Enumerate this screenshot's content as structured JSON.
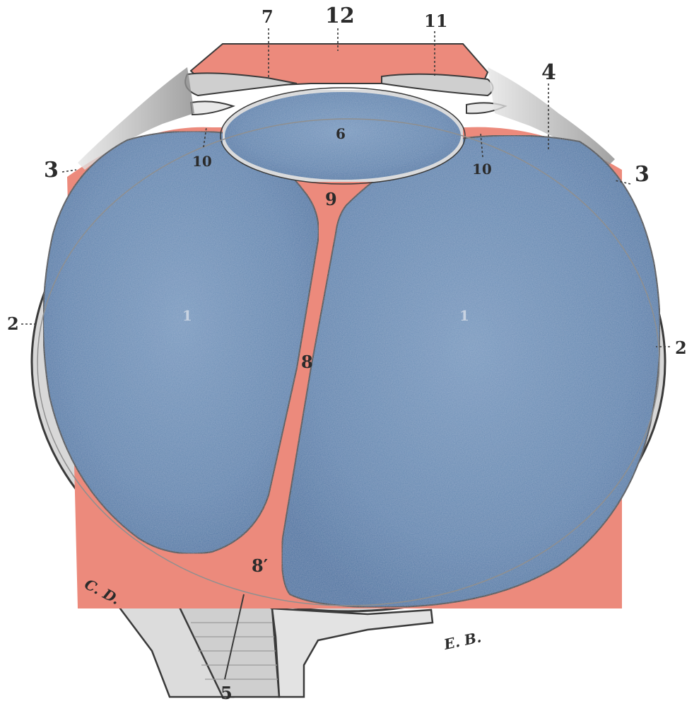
{
  "labels": {
    "l1_left": "1",
    "l1_right": "1",
    "l2_left": "2",
    "l2_right": "2",
    "l3_left": "3",
    "l3_right": "3",
    "l4": "4",
    "l5": "5",
    "l6": "6",
    "l7": "7",
    "l8": "8",
    "l8p": "8′",
    "l9": "9",
    "l10_left": "10",
    "l10_right": "10",
    "l11": "11",
    "l12": "12",
    "cd": "C. D.",
    "eb": "E. B."
  },
  "colors": {
    "vitreous_blue": "#5b82ad",
    "septum_red": "#ec8a7c",
    "membrane_gray": "#d9d9d9",
    "bone_gray": "#dcdcdc",
    "outline": "#3a3a3a"
  }
}
